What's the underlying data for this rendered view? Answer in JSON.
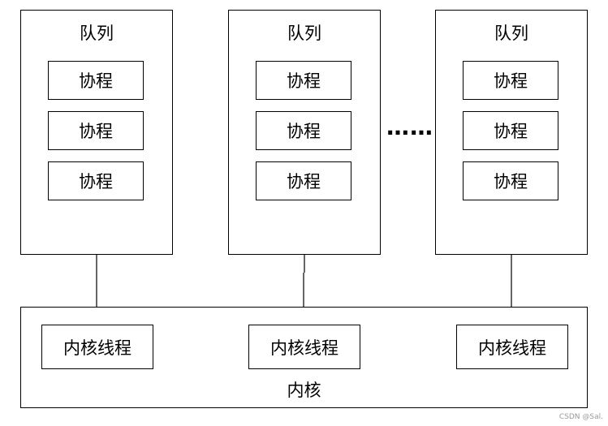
{
  "queues": [
    {
      "title": "队列",
      "coroutines": [
        "协程",
        "协程",
        "协程"
      ]
    },
    {
      "title": "队列",
      "coroutines": [
        "协程",
        "协程",
        "协程"
      ]
    },
    {
      "title": "队列",
      "coroutines": [
        "协程",
        "协程",
        "协程"
      ]
    }
  ],
  "ellipsis": "……",
  "kernel": {
    "label": "内核",
    "threads": [
      "内核线程",
      "内核线程",
      "内核线程"
    ]
  },
  "watermark": "CSDN @Sal."
}
